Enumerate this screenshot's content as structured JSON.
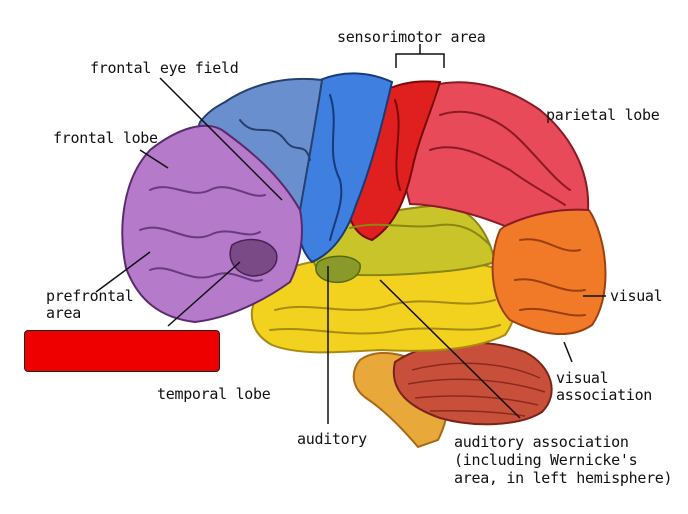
{
  "labels": {
    "sensorimotor": "sensorimotor area",
    "frontal_eye_field": "frontal eye field",
    "frontal_lobe": "frontal lobe",
    "parietal_lobe": "parietal lobe",
    "prefrontal_line1": "prefrontal",
    "prefrontal_line2": "area",
    "visual": "visual",
    "temporal_lobe": "temporal lobe",
    "visual_association_line1": "visual",
    "visual_association_line2": "association",
    "auditory": "auditory",
    "auditory_association_line1": "auditory association",
    "auditory_association_line2": "(including Wernicke's",
    "auditory_association_line3": "area, in left hemisphere)"
  },
  "colors": {
    "frontal_lobe": "#b57ac9",
    "frontal_eye_field": "#6a8fcf",
    "motor_area": "#3f7fe0",
    "sensory_area": "#e0201e",
    "parietal_lobe": "#e84a5a",
    "temporal_lobe": "#f2d21e",
    "auditory": "#c8c42a",
    "visual_association": "#f07a28",
    "cerebellum": "#c8503a",
    "brainstem": "#e8a83a",
    "masked_label_box": "#ee0000"
  }
}
